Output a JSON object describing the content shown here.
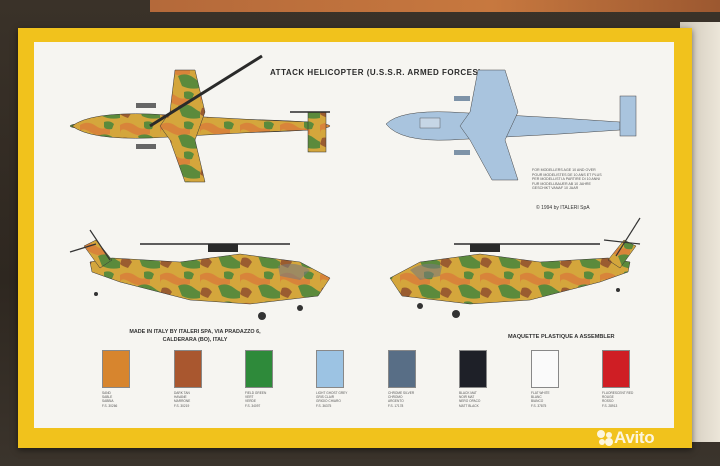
{
  "title": "ATTACK HELICOPTER (U.S.S.R. ARMED FORCES)",
  "age_notice": [
    "FOR MODELLERS AGE 10 AND OVER",
    "POUR MODELISTES DE 10 ANS ET PLUS",
    "PER MODELLISTI A PARTIRE DI 10 ANNI",
    "FUR MODELLBAUER AB 10 JAHRE",
    "GESCHIKT VANAF 10 JAAR"
  ],
  "copyright": "© 1994 by ITALERI SpA",
  "manufacturer": [
    "MADE IN ITALY BY ITALERI SPA, VIA PRADAZZO 6,",
    "CALDERARA (BO), ITALY"
  ],
  "maquette": "MAQUETTE PLASTIQUE A ASSEMBLER",
  "watermark": "Avito",
  "colors": {
    "camo_sand": "#d4a63c",
    "camo_orange": "#d8843a",
    "camo_green": "#5b8a3c",
    "camo_brown": "#9a5c30",
    "light_blue": "#a9c4de",
    "box_yellow": "#f1c21c"
  },
  "swatches": [
    {
      "color": "#d7852e",
      "label": [
        "SAND",
        "SABLE",
        "SABBIA",
        "F.S. 30266"
      ]
    },
    {
      "color": "#a9572f",
      "label": [
        "DARK TAN",
        "HAVANE",
        "MARRONE",
        "F.S. 30219"
      ]
    },
    {
      "color": "#2e8a3a",
      "label": [
        "FIELD GREEN",
        "VERT",
        "VERDE",
        "F.S. 34097"
      ]
    },
    {
      "color": "#9cc3e3",
      "label": [
        "LIGHT GHOST GREY",
        "GRIS CLAIR",
        "GRIGIO CHIARO",
        "F.S. 36375"
      ]
    },
    {
      "color": "#586e86",
      "label": [
        "CHROME SILVER",
        "CHROMO",
        "ARGENTO",
        "F.S. 17178"
      ]
    },
    {
      "color": "#1e2028",
      "label": [
        "BLACK MAT",
        "NOIR MAT",
        "NERO OPACO",
        "MATT BLACK"
      ]
    },
    {
      "color": "#fafafa",
      "label": [
        "FLAT WHITE",
        "BLANC",
        "BIANCO",
        "F.S. 37875"
      ]
    },
    {
      "color": "#cf1e24",
      "label": [
        "FLUORESCENT RED",
        "ROUGE",
        "ROSSO",
        "F.S. 28913"
      ]
    }
  ]
}
